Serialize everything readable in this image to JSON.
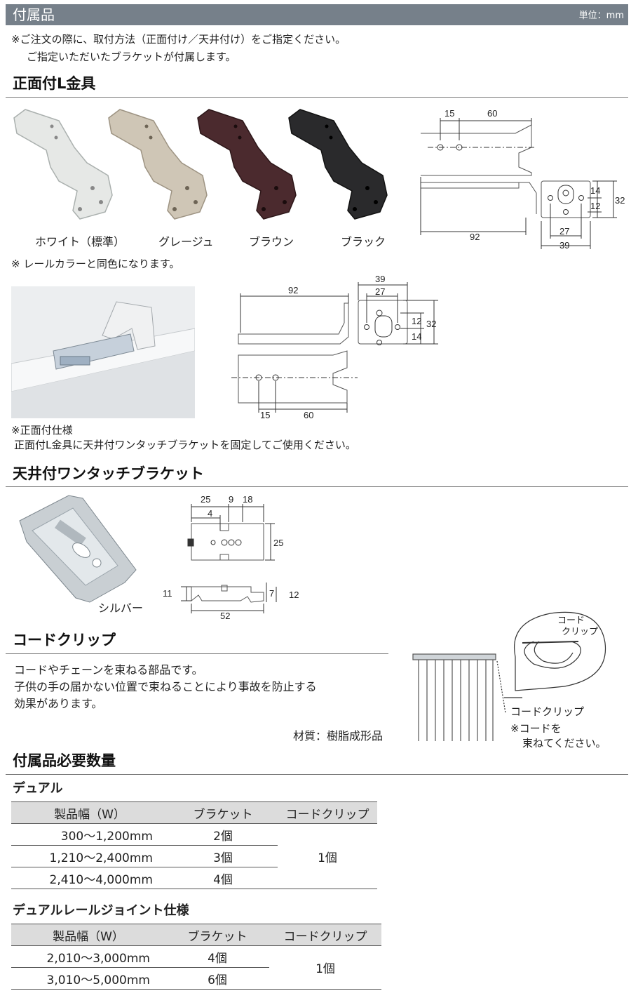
{
  "header": {
    "title": "付属品",
    "unit": "単位：mm"
  },
  "intro": {
    "line1": "※ご注文の際に、取付方法（正面付け／天井付け）をご指定ください。",
    "line2": "ご指定いただいたブラケットが付属します。"
  },
  "front_bracket": {
    "heading": "正面付L金具",
    "colors": [
      "ホワイト（標準）",
      "グレージュ",
      "ブラウン",
      "ブラック"
    ],
    "color_note": "※ レールカラーと同色になります。",
    "spec_note_title": "※正面付仕様",
    "spec_note_body": "正面付L金具に天井付ワンタッチブラケットを固定してご使用ください。",
    "dims": {
      "d15": "15",
      "d60": "60",
      "d92": "92",
      "d14": "14",
      "d12": "12",
      "d32": "32",
      "d27": "27",
      "d39": "39"
    }
  },
  "ceiling_bracket": {
    "heading": "天井付ワンタッチブラケット",
    "finish": "シルバー",
    "dims": {
      "d25a": "25",
      "d9": "9",
      "d18": "18",
      "d4": "4",
      "d25b": "25",
      "d11": "11",
      "d7": "7",
      "d12": "12",
      "d52": "52"
    }
  },
  "cord_clip": {
    "heading": "コードクリップ",
    "desc1": "コードやチェーンを束ねる部品です。",
    "desc2": "子供の手の届かない位置で束ねることにより事故を防止する",
    "desc3": "効果があります。",
    "material": "材質：樹脂成形品",
    "callout_label1": "コード",
    "callout_label2": "クリップ",
    "pointer_label": "コードクリップ",
    "note1": "※コードを",
    "note2": "束ねてください。"
  },
  "quantities": {
    "heading": "付属品必要数量",
    "tables": [
      {
        "title": "デュアル",
        "headers": [
          "製品幅（W）",
          "ブラケット",
          "コードクリップ"
        ],
        "rows": [
          {
            "width": "300〜1,200mm",
            "brackets": "2個"
          },
          {
            "width": "1,210〜2,400mm",
            "brackets": "3個"
          },
          {
            "width": "2,410〜4,000mm",
            "brackets": "4個"
          }
        ],
        "clips": "1個"
      },
      {
        "title": "デュアルレールジョイント仕様",
        "headers": [
          "製品幅（W）",
          "ブラケット",
          "コードクリップ"
        ],
        "rows": [
          {
            "width": "2,010〜3,000mm",
            "brackets": "4個"
          },
          {
            "width": "3,010〜5,000mm",
            "brackets": "6個"
          }
        ],
        "clips": "1個"
      }
    ]
  },
  "colors": {
    "header_bar": "#76808a",
    "table_header": "#dcdcdc",
    "bracket_white": "#e6e8e6",
    "bracket_greige": "#cfc6b6",
    "bracket_brown": "#4b2a2e",
    "bracket_black": "#2a2a2c"
  }
}
